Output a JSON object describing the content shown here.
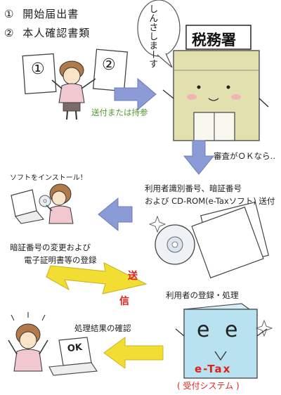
{
  "steps": [
    {
      "num": "①",
      "label": "開始届出書"
    },
    {
      "num": "②",
      "label": "本人確認書類"
    }
  ],
  "papers": {
    "paper1": "①",
    "paper2": "②"
  },
  "office": {
    "sign": "税務署",
    "bubble": "しんさしまーす"
  },
  "labels": {
    "send_or_bring": "送付または持参",
    "review_ok": "審査がＯＫなら‥",
    "id_issue_line1": "利用者識別番号、暗証番号",
    "id_issue_line2": "および CD-ROM(e-Taxソフト) 送付",
    "install": "ソフトをインストール！",
    "register_line1": "暗証番号の変更および",
    "register_line2": "電子証明書等の登録",
    "send_v1": "送",
    "send_v2": "信",
    "user_registration": "利用者の登録・処理",
    "result_check": "処理結果の確認",
    "etax_face": "e e",
    "etax_name": "e-Tax",
    "etax_system": "( 受付システム )",
    "laptop_ok": "OK"
  },
  "colors": {
    "accent_green": "#4e9a2c",
    "accent_red": "#e0201a",
    "arrow_blue": "#8b9bd6",
    "arrow_yellow": "#f2de32",
    "building": "#e3e0b0",
    "etax_box": "#b8e2f0"
  }
}
